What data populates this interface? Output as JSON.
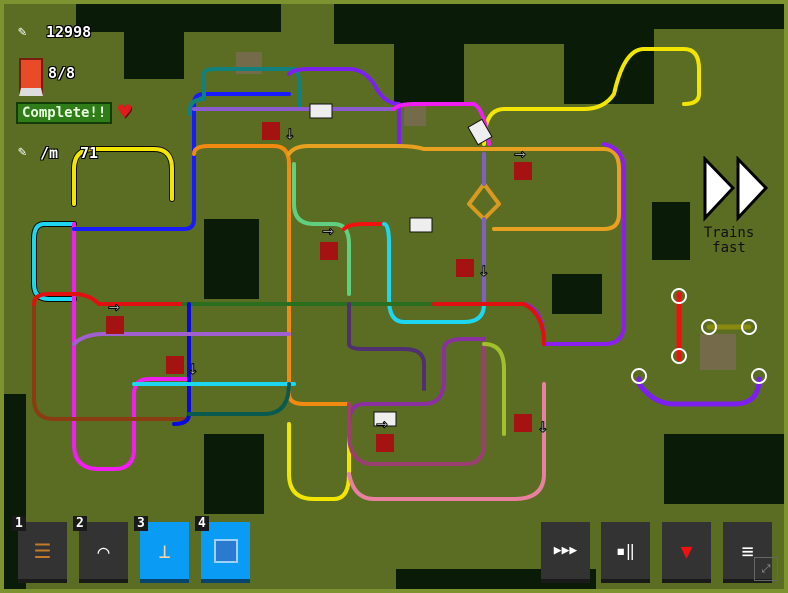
{
  "hud": {
    "money": "12998",
    "stations": "8/8",
    "status": "Complete!!",
    "rate_label": "/m",
    "rate_value": "71"
  },
  "speed": {
    "label_line1": "Trains",
    "label_line2": "fast"
  },
  "toolbar": {
    "tools": [
      {
        "key": "1",
        "name": "track",
        "icon": "rail-track-icon",
        "selected": false
      },
      {
        "key": "2",
        "name": "curve",
        "icon": "curve-track-icon",
        "selected": false
      },
      {
        "key": "3",
        "name": "signal",
        "icon": "signal-icon",
        "selected": true
      },
      {
        "key": "4",
        "name": "tunnel",
        "icon": "tunnel-icon",
        "selected": true
      }
    ],
    "actions": [
      {
        "name": "speed-trains",
        "icon": "fast-forward-train-icon"
      },
      {
        "name": "pause-trains",
        "icon": "pause-train-icon"
      },
      {
        "name": "remove-train",
        "icon": "remove-train-icon"
      },
      {
        "name": "menu",
        "icon": "menu-icon"
      }
    ]
  },
  "colors": {
    "accent": "#0a9cf5",
    "grass": "#5a6d22",
    "forest": "#0a1c07"
  }
}
